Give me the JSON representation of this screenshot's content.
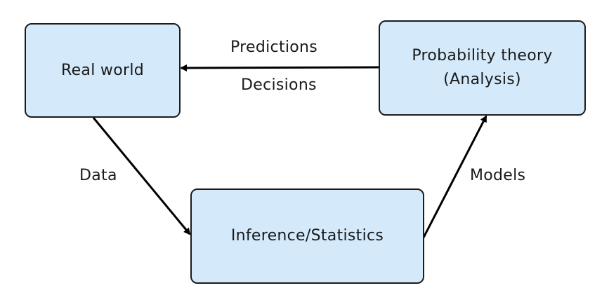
{
  "diagram": {
    "nodes": {
      "real_world": {
        "label": "Real world"
      },
      "probability_theory": {
        "line1": "Probability theory",
        "line2": "(Analysis)"
      },
      "inference": {
        "label": "Inference/Statistics"
      }
    },
    "edges": {
      "prob_to_real": {
        "from": "Probability theory (Analysis)",
        "to": "Real world",
        "label_top": "Predictions",
        "label_bottom": "Decisions"
      },
      "real_to_inference": {
        "from": "Real world",
        "to": "Inference/Statistics",
        "label": "Data"
      },
      "inference_to_prob": {
        "from": "Inference/Statistics",
        "to": "Probability theory (Analysis)",
        "label": "Models"
      }
    },
    "colors": {
      "node_fill": "#d4eafb",
      "node_border": "#1c1c1c",
      "arrow": "#000000",
      "background": "#ffffff"
    }
  }
}
